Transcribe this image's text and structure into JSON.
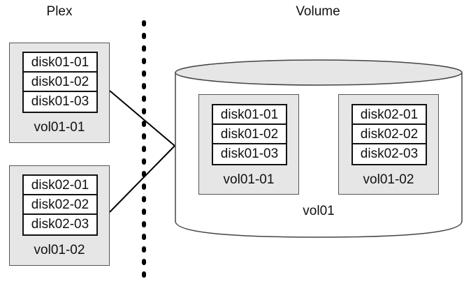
{
  "headers": {
    "left": "Plex",
    "right": "Volume"
  },
  "plexes": [
    {
      "name": "vol01-01",
      "disks": [
        "disk01-01",
        "disk01-02",
        "disk01-03"
      ]
    },
    {
      "name": "vol01-02",
      "disks": [
        "disk02-01",
        "disk02-02",
        "disk02-03"
      ]
    }
  ],
  "volume": {
    "name": "vol01",
    "plexes": [
      {
        "name": "vol01-01",
        "disks": [
          "disk01-01",
          "disk01-02",
          "disk01-03"
        ]
      },
      {
        "name": "vol01-02",
        "disks": [
          "disk02-01",
          "disk02-02",
          "disk02-03"
        ]
      }
    ]
  }
}
